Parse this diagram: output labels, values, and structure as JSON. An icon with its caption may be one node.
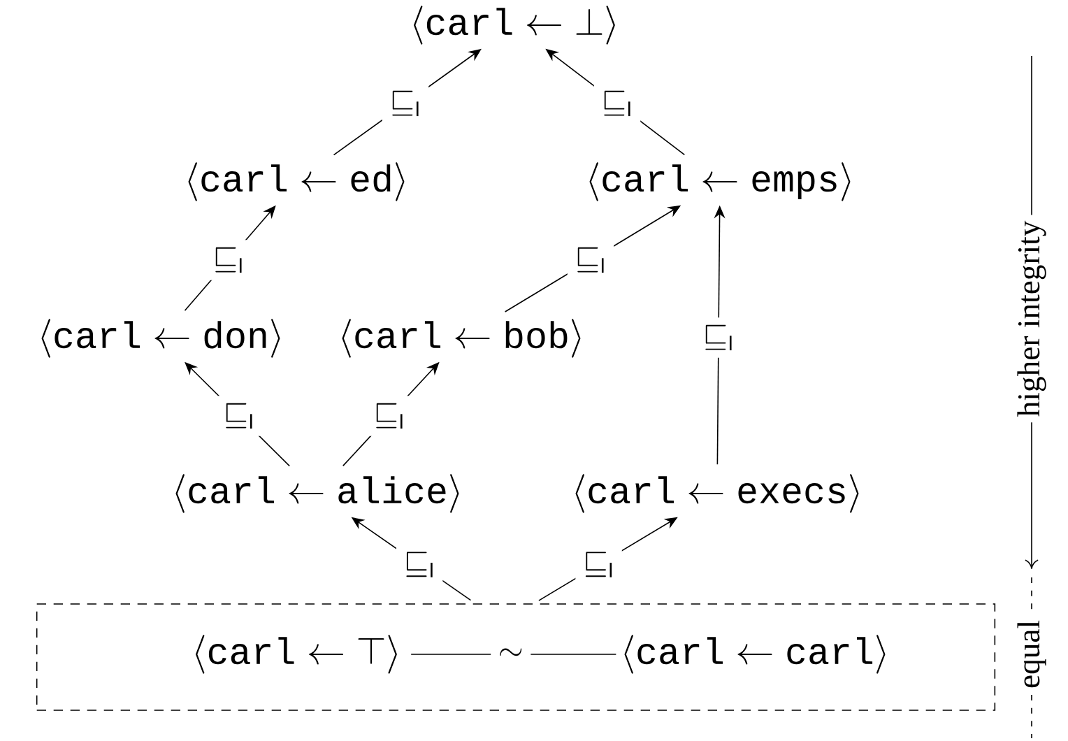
{
  "diagram": {
    "nodes": [
      {
        "text": [
          "\\langle\\texttt{carl}\\leftarrow\\bot\\rangle"
        ]
      },
      {
        "text": [
          "\\langle\\texttt{carl}\\leftarrow\\texttt{ed}\\rangle"
        ]
      },
      {
        "text": [
          "\\langle\\texttt{carl}\\leftarrow\\texttt{emps}\\rangle"
        ]
      },
      {
        "text": [
          "\\langle\\texttt{carl}\\leftarrow\\texttt{don}\\rangle"
        ]
      },
      {
        "text": [
          "\\langle\\texttt{carl}\\leftarrow\\texttt{bob}\\rangle"
        ]
      },
      {
        "text": [
          "\\langle\\texttt{carl}\\leftarrow\\texttt{alice}\\rangle"
        ]
      },
      {
        "text": [
          "\\langle\\texttt{carl}\\leftarrow\\texttt{execs}\\rangle"
        ]
      },
      {
        "text": [],
        "shape": "box"
      },
      {
        "text": [
          "\\langle\\texttt{carl}\\leftarrow\\top\\rangle"
        ],
        "in": 7
      },
      {
        "text": [
          "\\langle\\texttt{carl}\\leftarrow\\texttt{carl}\\rangle"
        ],
        "in": 7
      }
    ],
    "edges": [
      {
        "from": 1,
        "to": 0,
        "arrow": "to",
        "label": "\\sqsubseteq_{\\mathsf{I}}"
      },
      {
        "from": 2,
        "to": 0,
        "arrow": "to",
        "label": "\\sqsubseteq_{\\mathsf{I}}"
      },
      {
        "from": 3,
        "to": 1,
        "arrow": "to",
        "label": "\\sqsubseteq_{\\mathsf{I}}"
      },
      {
        "from": 4,
        "to": 2,
        "arrow": "to",
        "label": "\\sqsubseteq_{\\mathsf{I}}"
      },
      {
        "from": 6,
        "to": 2,
        "arrow": "to",
        "label": "\\sqsubseteq_{\\mathsf{I}}"
      },
      {
        "from": 5,
        "to": 3,
        "arrow": "to",
        "label": "\\sqsubseteq_{\\mathsf{I}}"
      },
      {
        "from": 5,
        "to": 4,
        "arrow": "to",
        "label": "\\sqsubseteq_{\\mathsf{I}}"
      },
      {
        "from": 7,
        "to": 5,
        "arrow": "to",
        "label": "\\sqsubseteq_{\\mathsf{I}}"
      },
      {
        "from": 7,
        "to": 6,
        "arrow": "to",
        "label": "\\sqsubseteq_{\\mathsf{I}}"
      },
      {
        "from": 8,
        "to": 9,
        "arrow": "none",
        "label": "\\sim"
      }
    ],
    "labels": [
      "higher integrity",
      "equal"
    ]
  }
}
